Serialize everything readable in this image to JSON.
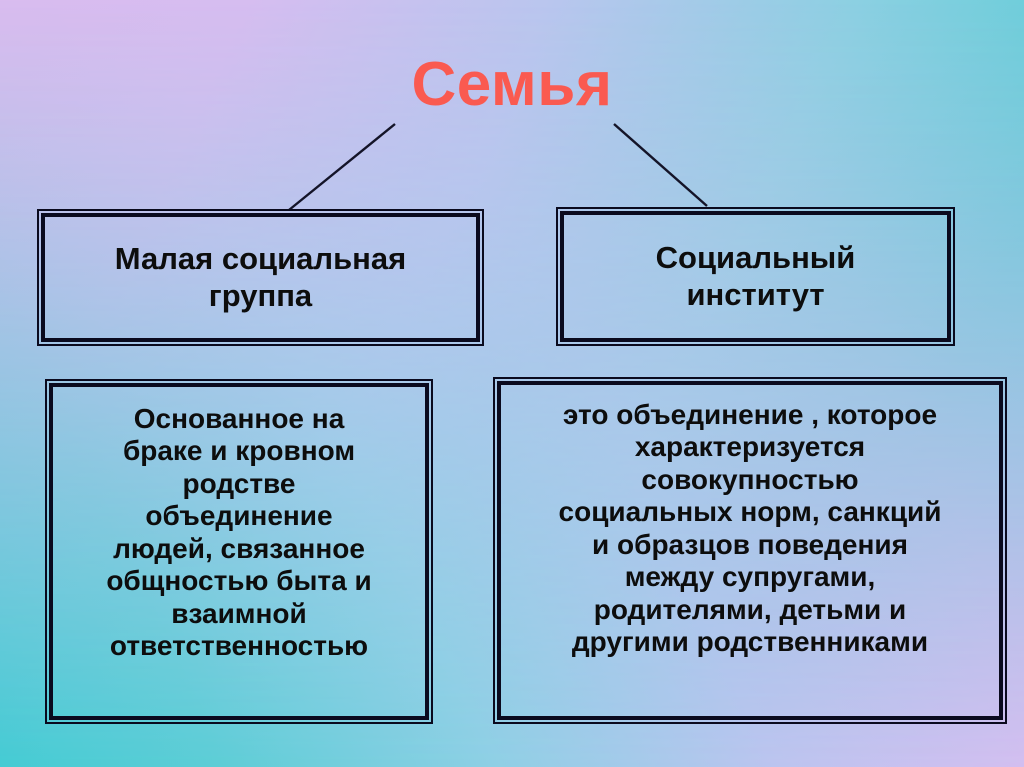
{
  "slide": {
    "title": "Семья",
    "title_color": "#fa5a50",
    "background": {
      "corner_top_left": "#d9bcef",
      "corner_top_right": "#46cbd2",
      "corner_bottom_left": "#44cbd3",
      "corner_bottom_right": "#dcbcf1"
    },
    "border_color": "#0a0a1e",
    "branches": [
      {
        "heading": "Малая социальная\nгруппа",
        "definition": "Основанное на\nбраке и кровном\nродстве\nобъединение\nлюдей, связанное\nобщностью  быта и\nвзаимной\nответственностью"
      },
      {
        "heading": "Социальный\nинститут",
        "definition": "это объединение , которое\nхарактеризуется\nсовокупностью\nсоциальных норм, санкций\nи образцов поведения\nмежду супругами,\nродителями, детьми и\nдругими родственниками"
      }
    ]
  }
}
